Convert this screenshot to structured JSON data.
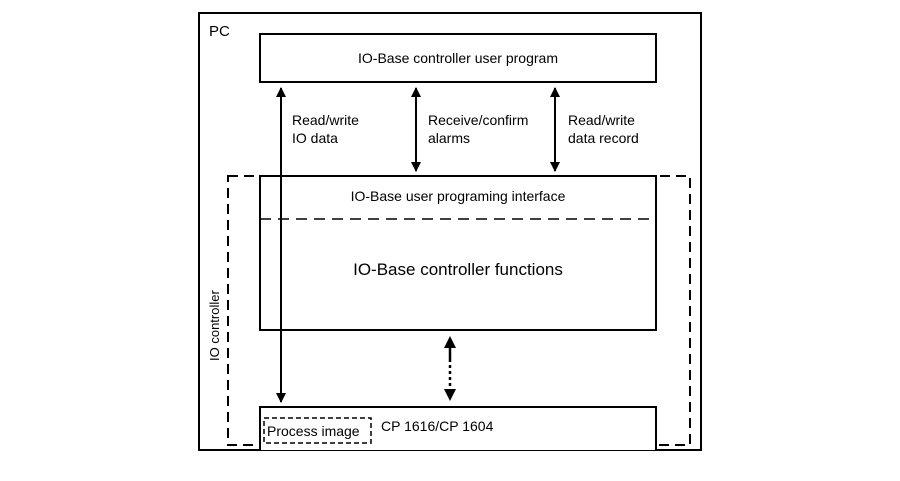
{
  "pc_label": "PC",
  "user_program_label": "IO-Base controller user program",
  "arrows": {
    "read_write_io": [
      "Read/write",
      "IO data"
    ],
    "receive_alarms": [
      "Receive/confirm",
      "alarms"
    ],
    "read_write_record": [
      "Read/write",
      "data record"
    ]
  },
  "io_controller_label": "IO controller",
  "interface_label": "IO-Base user programing interface",
  "functions_label": "IO-Base controller functions",
  "process_image_label": "Process image",
  "cp_label": "CP 1616/CP 1604"
}
